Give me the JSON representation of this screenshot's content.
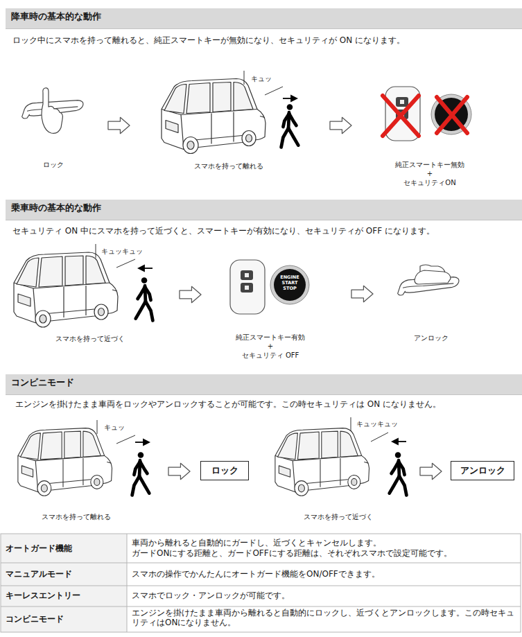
{
  "diagram": {
    "nodes": [
      {
        "text": [
          "降車時の基本的な動作"
        ]
      },
      {
        "text": [
          "乗車時の基本的な動作"
        ]
      },
      {
        "text": [
          "コンビニモード"
        ]
      },
      {
        "text": [
          "ロック"
        ]
      },
      {
        "text": [
          "アンロック"
        ]
      }
    ],
    "labels": [
      "ロック中にスマホを持って離れると、純正スマートキーが無効になり、セキュリティが ON になります。",
      "キュッ",
      "ロック",
      "スマホを持って離れる",
      "純正スマートキー無効",
      "+",
      "セキュリティON",
      "セキュリティ ON 中にスマホを持って近づくと、スマートキーが有効になり、セキュリティが OFF になります。",
      "キュッキュッ",
      "ENGINE START STOP",
      "スマホを持って近づく",
      "純正スマートキー有効",
      "+",
      "セキュリティ OFF",
      "アンロック",
      "エンジンを掛けたまま車両をロックやアンロックすることが可能です。この時セキュリティは ON になりません。",
      "キュッ",
      "スマホを持って離れる",
      "キュッキュッ",
      "スマホを持って近づく",
      "オートガード機能",
      "車両から離れると自動的にガードし、近づくとキャンセルします。",
      "ガードONにする距離と、ガードOFFにする距離は、それぞれスマホで設定可能です。",
      "マニュアルモード",
      "スマホの操作でかんたんにオートガード機能をON/OFFできます。",
      "キーレスエントリー",
      "スマホでロック・アンロックが可能です。",
      "コンビニモード",
      "エンジンを掛けたまま車両から離れると自動的にロックし、近づくとアンロックします。この時セキュリティはONになりません。"
    ]
  }
}
